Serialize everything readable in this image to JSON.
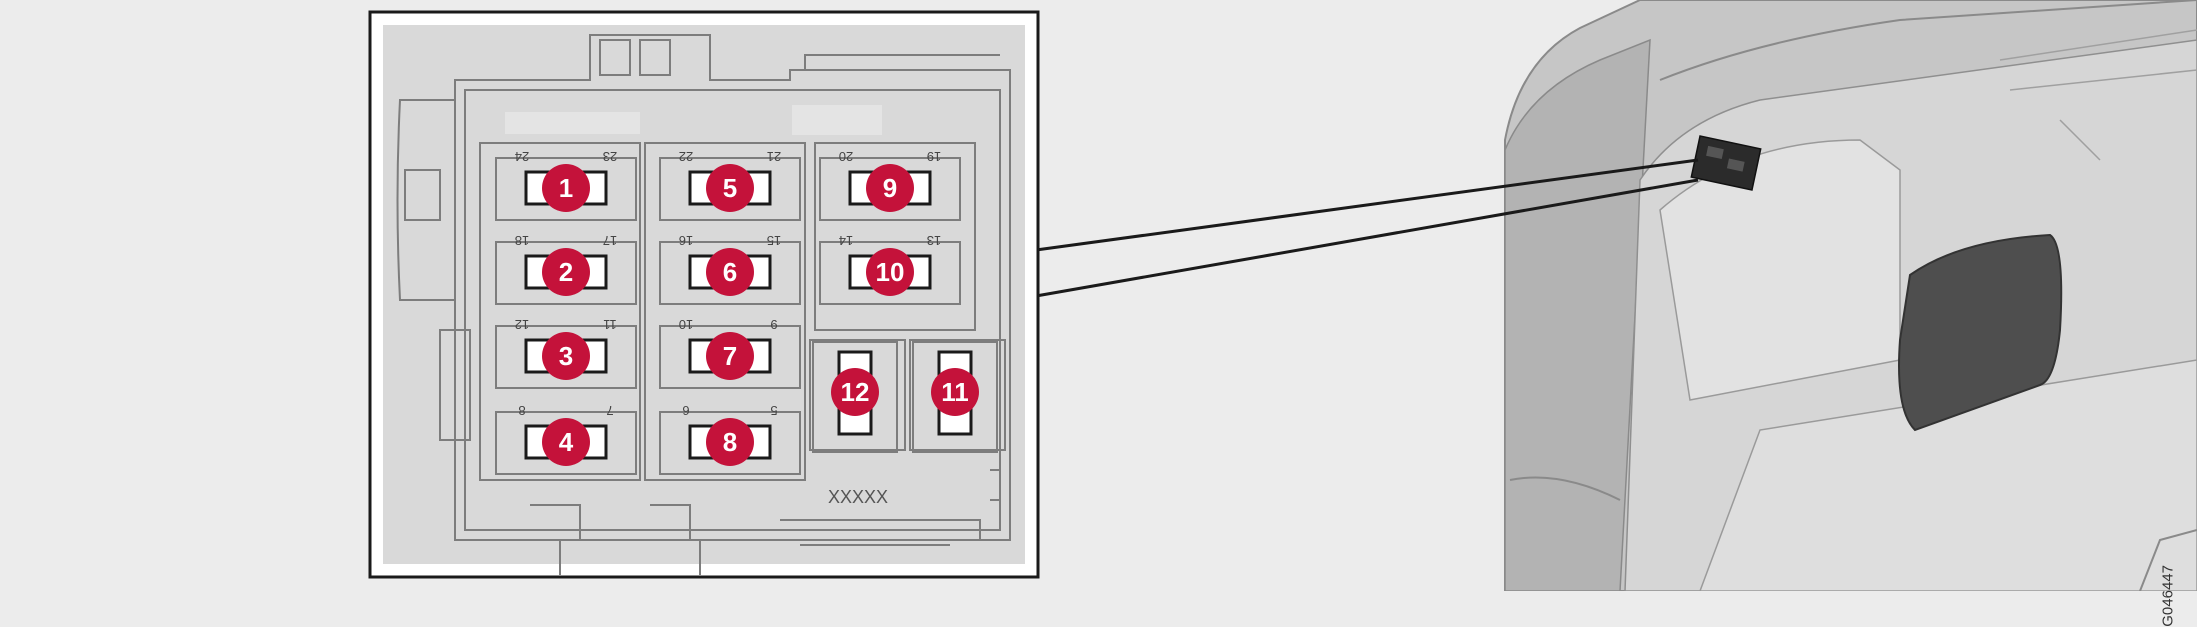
{
  "colors": {
    "background": "#ececec",
    "panel_frame": "#1a1a1a",
    "panel_fill": "#d9d9d9",
    "callout_red": "#c4123a",
    "callout_text": "#ffffff",
    "line_art": "#7d7d7d",
    "car_fill": "#c9c9c9",
    "car_dark": "#4a4a4a"
  },
  "fuse_box": {
    "positions": [
      {
        "callout": "1",
        "slot_left": "24",
        "slot_right": "23"
      },
      {
        "callout": "2",
        "slot_left": "18",
        "slot_right": "17"
      },
      {
        "callout": "3",
        "slot_left": "12",
        "slot_right": "11"
      },
      {
        "callout": "4",
        "slot_left": "8",
        "slot_right": "7"
      },
      {
        "callout": "5",
        "slot_left": "22",
        "slot_right": "21"
      },
      {
        "callout": "6",
        "slot_left": "16",
        "slot_right": "15"
      },
      {
        "callout": "7",
        "slot_left": "10",
        "slot_right": "9"
      },
      {
        "callout": "8",
        "slot_left": "6",
        "slot_right": "5"
      },
      {
        "callout": "9",
        "slot_left": "20",
        "slot_right": "19"
      },
      {
        "callout": "10",
        "slot_left": "14",
        "slot_right": "13"
      },
      {
        "callout": "11",
        "slot_left": "",
        "slot_right": ""
      },
      {
        "callout": "12",
        "slot_left": "",
        "slot_right": ""
      }
    ],
    "part_marking": "XXXXX"
  },
  "image_code": "G046447",
  "icons": [
    "fuse-box-diagram",
    "cargo-area-illustration",
    "callout-line"
  ]
}
